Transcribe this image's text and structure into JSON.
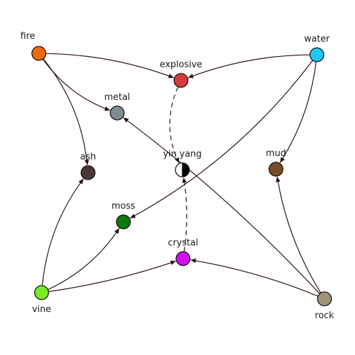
{
  "colors": {
    "edge": "#2b1010",
    "node_stroke": "#111111"
  },
  "nodes": [
    {
      "id": "fire",
      "label": "fire",
      "color": "#f26a10",
      "label_pos": "above-left"
    },
    {
      "id": "water",
      "label": "water",
      "color": "#22c7f2",
      "label_pos": "above"
    },
    {
      "id": "explosive",
      "label": "explosive",
      "color": "#d83b3b",
      "label_pos": "above"
    },
    {
      "id": "metal",
      "label": "metal",
      "color": "#7f8c93",
      "label_pos": "above"
    },
    {
      "id": "ash",
      "label": "ash",
      "color": "#4a3838",
      "label_pos": "above"
    },
    {
      "id": "yinyang",
      "label": "yin yang",
      "color": "#ffffff",
      "label_pos": "above",
      "icon": "yin-yang-icon"
    },
    {
      "id": "mud",
      "label": "mud",
      "color": "#7a4a24",
      "label_pos": "above"
    },
    {
      "id": "moss",
      "label": "moss",
      "color": "#0d7a0d",
      "label_pos": "above"
    },
    {
      "id": "crystal",
      "label": "crystal",
      "color": "#d010ee",
      "label_pos": "above"
    },
    {
      "id": "vine",
      "label": "vine",
      "color": "#77ee22",
      "label_pos": "below"
    },
    {
      "id": "rock",
      "label": "rock",
      "color": "#a09378",
      "label_pos": "below"
    }
  ],
  "edges": [
    {
      "from": "fire",
      "to": "explosive",
      "style": "solid"
    },
    {
      "from": "water",
      "to": "explosive",
      "style": "solid"
    },
    {
      "from": "fire",
      "to": "metal",
      "style": "solid"
    },
    {
      "from": "fire",
      "to": "ash",
      "style": "solid"
    },
    {
      "from": "water",
      "to": "mud",
      "style": "solid"
    },
    {
      "from": "water",
      "to": "moss",
      "style": "solid"
    },
    {
      "from": "explosive",
      "to": "yinyang",
      "style": "dashed"
    },
    {
      "from": "crystal",
      "to": "yinyang",
      "style": "dashed"
    },
    {
      "from": "vine",
      "to": "ash",
      "style": "solid"
    },
    {
      "from": "vine",
      "to": "moss",
      "style": "solid"
    },
    {
      "from": "vine",
      "to": "crystal",
      "style": "solid"
    },
    {
      "from": "rock",
      "to": "crystal",
      "style": "solid"
    },
    {
      "from": "rock",
      "to": "mud",
      "style": "solid"
    },
    {
      "from": "rock",
      "to": "metal",
      "style": "solid"
    }
  ]
}
